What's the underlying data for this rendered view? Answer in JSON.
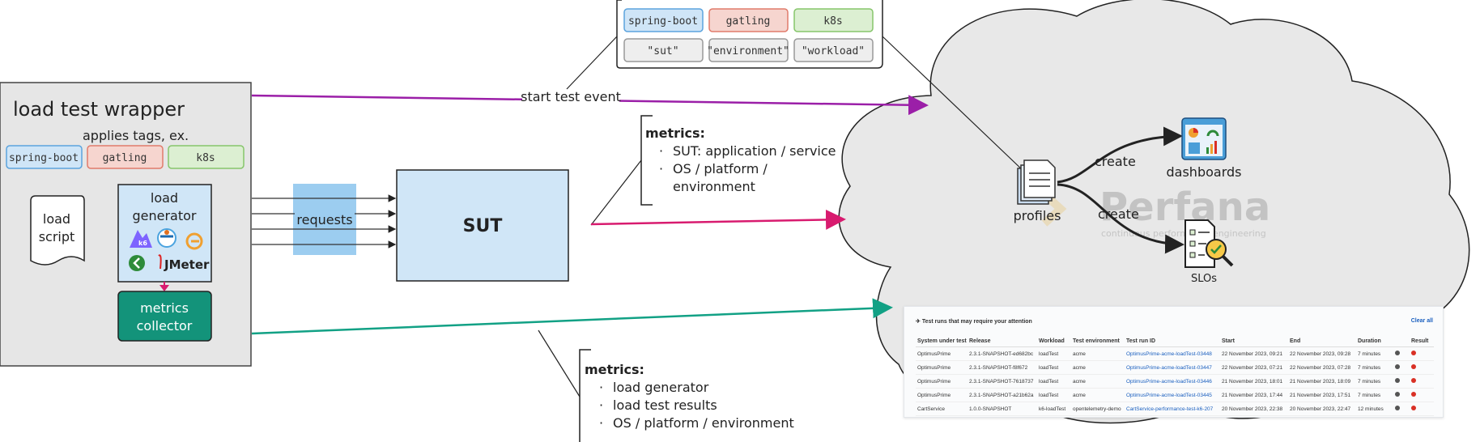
{
  "wrapper": {
    "title": "load test wrapper",
    "applies_tags": "applies tags, ex.",
    "tags": [
      "spring-boot",
      "gatling",
      "k8s"
    ]
  },
  "load_script": {
    "label_line1": "load",
    "label_line2": "script"
  },
  "load_generator": {
    "label_line1": "load",
    "label_line2": "generator",
    "tool_logos": [
      "k6-logo",
      "locust-logo",
      "gatling-logo",
      "kotlin-logo",
      "jmeter-logo"
    ],
    "logo_texts": [
      "k6",
      "JMeter"
    ]
  },
  "metrics_collector": {
    "label_line1": "metrics",
    "label_line2": "collector"
  },
  "requests_label": "requests",
  "sut_label": "SUT",
  "start_event_label": "start test event",
  "event_tags": {
    "keys": [
      "spring-boot",
      "gatling",
      "k8s"
    ],
    "values": [
      "\"sut\"",
      "\"environment\"",
      "\"workload\""
    ]
  },
  "sut_metrics": {
    "title": "metrics:",
    "items": [
      "SUT: application / service",
      "OS / platform /",
      "environment"
    ]
  },
  "collector_metrics": {
    "title": "metrics:",
    "items": [
      "load generator",
      "load test results",
      "OS / platform / environment"
    ]
  },
  "cloud": {
    "profiles": "profiles",
    "create_1": "create",
    "create_2": "create",
    "dashboards": "dashboards",
    "slos": "SLOs",
    "watermark": "Perfana",
    "watermark_tagline": "continuous performance engineering"
  },
  "test_runs": {
    "header": "Test runs that may require your attention",
    "clear_all": "Clear all",
    "columns": [
      "System under test",
      "Release",
      "Workload",
      "Test environment",
      "Test run ID",
      "Start",
      "End",
      "Duration",
      "",
      "Result"
    ],
    "rows": [
      [
        "OptimusPrime",
        "2.3.1-SNAPSHOT-ed682bc",
        "loadTest",
        "acme",
        "OptimusPrime-acme-loadTest-03448",
        "22 November 2023, 09:21",
        "22 November 2023, 09:28",
        "7 minutes"
      ],
      [
        "OptimusPrime",
        "2.3.1-SNAPSHOT-f8f672",
        "loadTest",
        "acme",
        "OptimusPrime-acme-loadTest-03447",
        "22 November 2023, 07:21",
        "22 November 2023, 07:28",
        "7 minutes"
      ],
      [
        "OptimusPrime",
        "2.3.1-SNAPSHOT-7618737",
        "loadTest",
        "acme",
        "OptimusPrime-acme-loadTest-03446",
        "21 November 2023, 18:01",
        "21 November 2023, 18:09",
        "7 minutes"
      ],
      [
        "OptimusPrime",
        "2.3.1-SNAPSHOT-a21b62a",
        "loadTest",
        "acme",
        "OptimusPrime-acme-loadTest-03445",
        "21 November 2023, 17:44",
        "21 November 2023, 17:51",
        "7 minutes"
      ],
      [
        "CartService",
        "1.0.0-SNAPSHOT",
        "k6-loadTest",
        "opentelemetry-demo",
        "CartService-performance-test-k6-207",
        "20 November 2023, 22:38",
        "20 November 2023, 22:47",
        "12 minutes"
      ]
    ]
  },
  "colors": {
    "purple_arrow": "#9b1fa8",
    "magenta_arrow": "#d81b6f",
    "teal_arrow": "#12a185",
    "collector_fill": "#13937a",
    "sut_fill": "#d0e6f7",
    "requests_fill": "#9ccdf0"
  }
}
